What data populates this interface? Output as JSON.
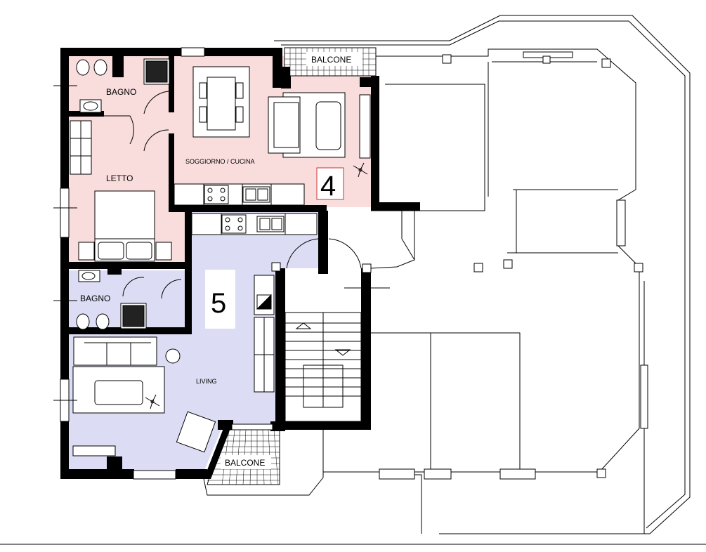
{
  "rooms": {
    "bagno_top": "BAGNO",
    "letto": "LETTO",
    "soggiorno_cucina": "SOGGIORNO / CUCINA",
    "bagno_bottom": "BAGNO",
    "living": "LIVING",
    "balcone_top": "BALCONE",
    "balcone_bottom": "BALCONE"
  },
  "units": {
    "unit_4": "4",
    "unit_5": "5"
  },
  "colors": {
    "unit_4_fill": "#f9dcdc",
    "unit_5_fill": "#dcdcf4",
    "wall": "#000000",
    "line": "#000000"
  }
}
